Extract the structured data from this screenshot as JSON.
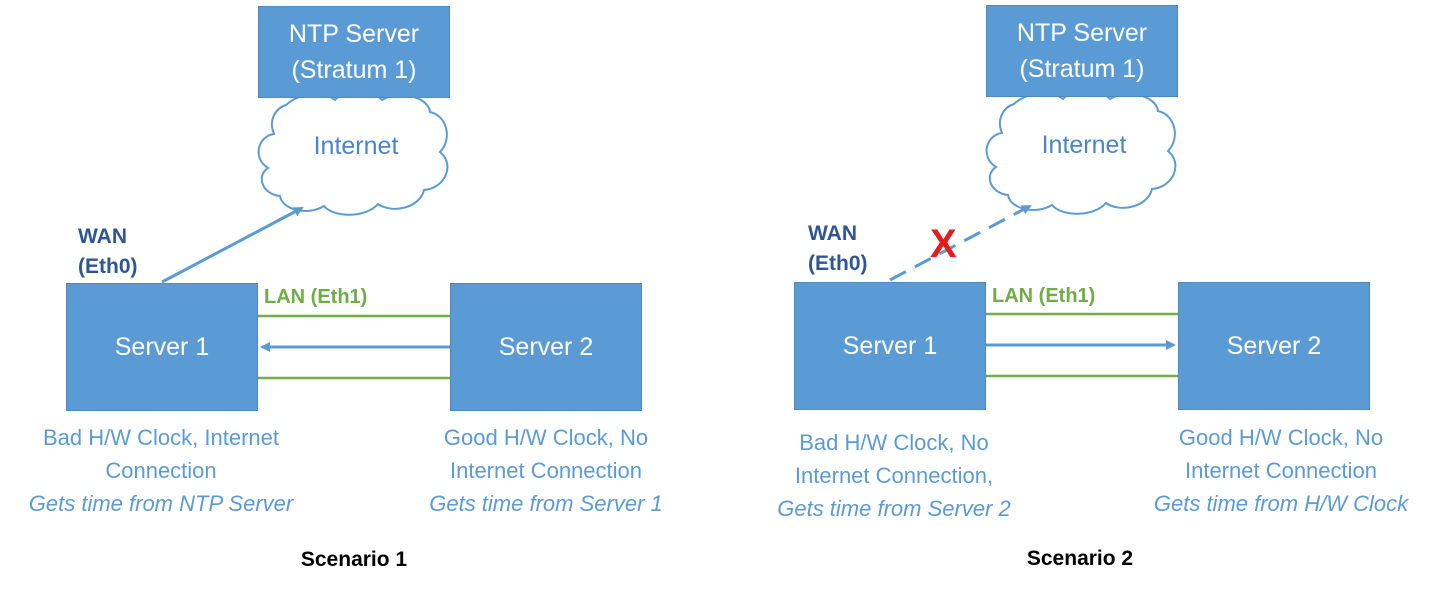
{
  "scenarios": [
    {
      "title": "Scenario 1",
      "ntp_line1": "NTP Server",
      "ntp_line2": "(Stratum 1)",
      "internet": "Internet",
      "wan_line1": "WAN",
      "wan_line2": "(Eth0)",
      "lan": "LAN (Eth1)",
      "server1": "Server 1",
      "server2": "Server 2",
      "server1_desc": [
        "Bad H/W Clock, Internet",
        "Connection"
      ],
      "server1_desc_em": "Gets time from NTP Server",
      "server2_desc": [
        "Good H/W Clock, No",
        "Internet Connection"
      ],
      "server2_desc_em": "Gets time from Server 1",
      "lan_direction": "server2-to-server1",
      "wan_link": "connected"
    },
    {
      "title": "Scenario 2",
      "ntp_line1": "NTP Server",
      "ntp_line2": "(Stratum 1)",
      "internet": "Internet",
      "wan_line1": "WAN",
      "wan_line2": "(Eth0)",
      "lan": "LAN (Eth1)",
      "server1": "Server 1",
      "server2": "Server 2",
      "server1_desc": [
        "Bad H/W Clock, No",
        "Internet Connection,"
      ],
      "server1_desc_em": "Gets time from Server 2",
      "server2_desc": [
        "Good H/W Clock, No",
        "Internet Connection"
      ],
      "server2_desc_em": "Gets time from H/W Clock",
      "lan_direction": "server1-to-server2",
      "wan_link": "broken",
      "broken_mark": "X"
    }
  ],
  "colors": {
    "box": "#5b9bd5",
    "lan": "#70ad47",
    "wan_label": "#2f5597",
    "broken": "#e31c1c"
  }
}
